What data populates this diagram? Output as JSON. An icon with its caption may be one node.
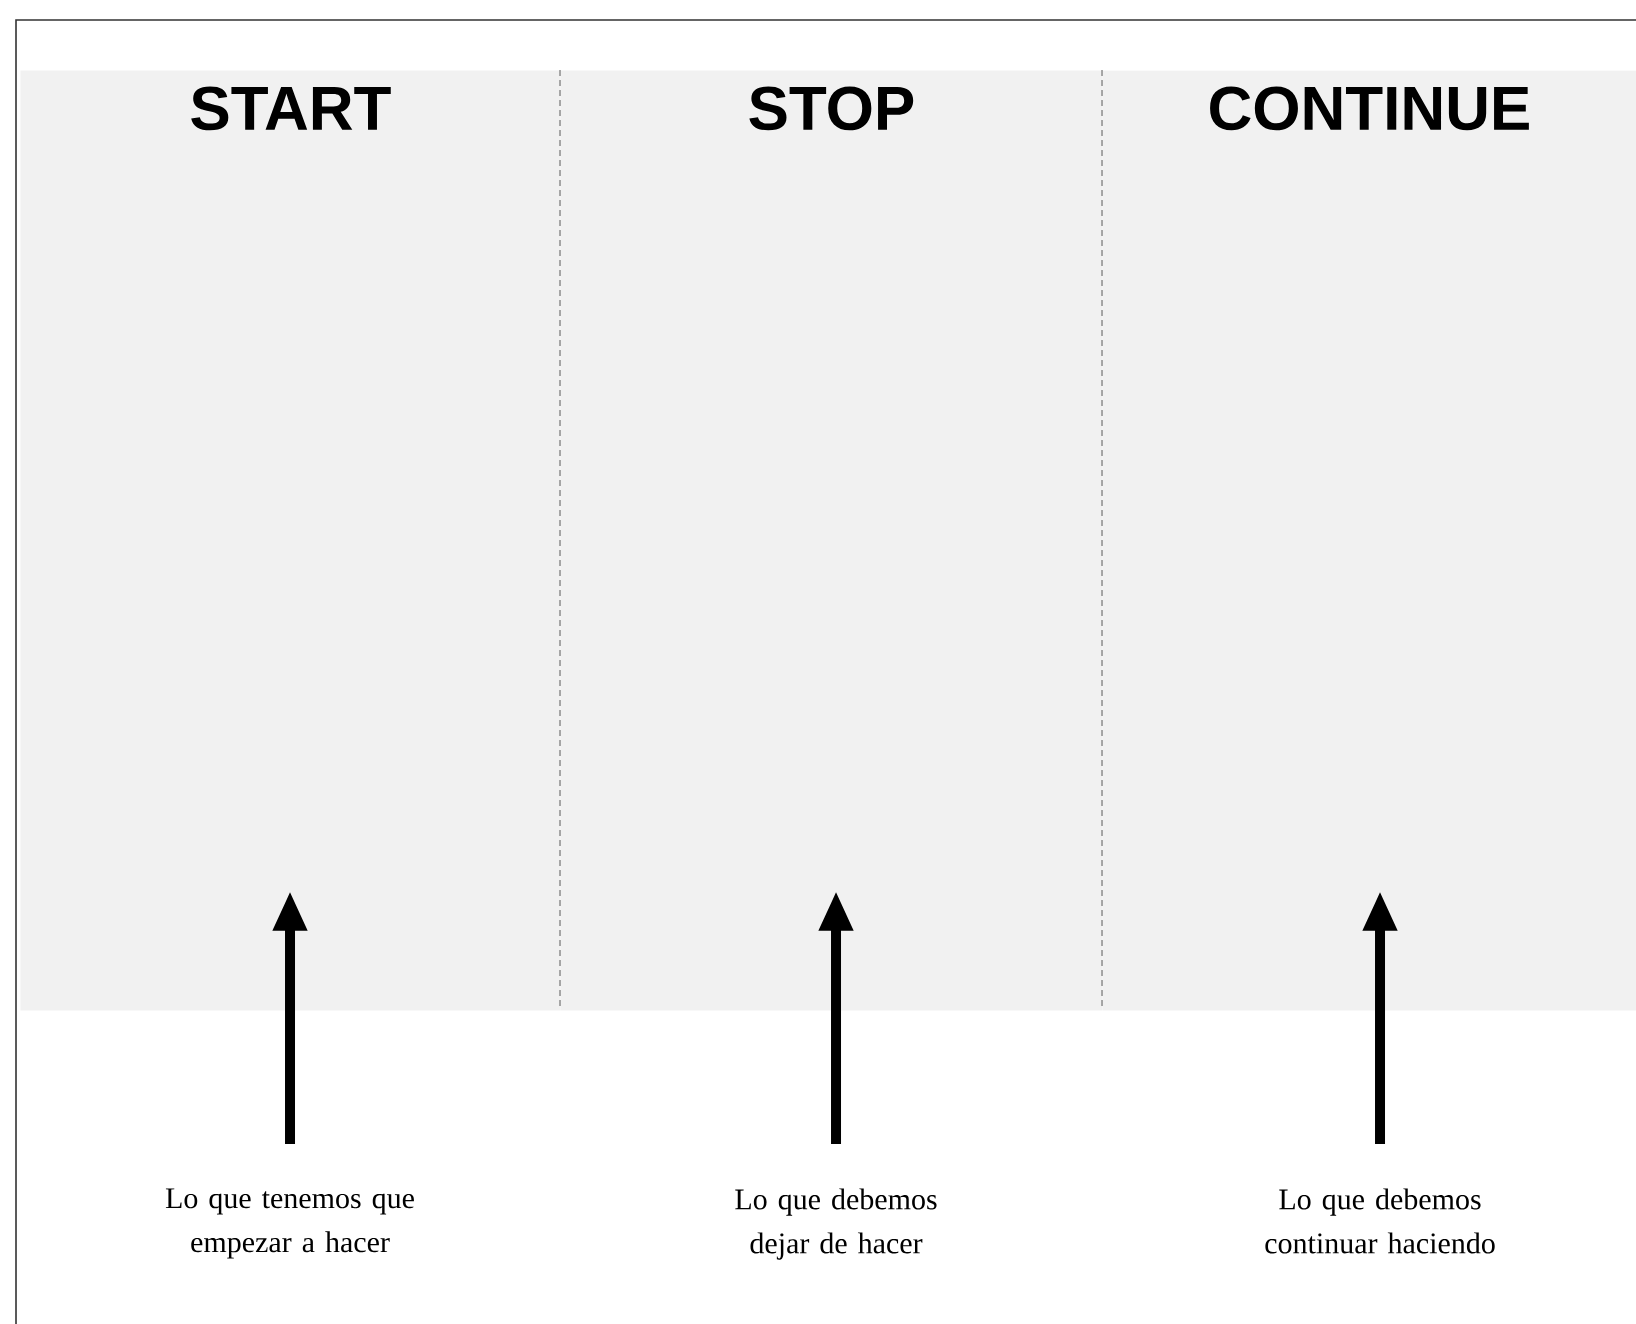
{
  "diagram": {
    "nodes": [
      {
        "text": [
          "START"
        ]
      },
      {
        "text": [
          "STOP"
        ]
      },
      {
        "text": [
          "CONTINUE"
        ]
      },
      {
        "text": [
          "Lo que tenemos que empezar a hacer"
        ]
      },
      {
        "text": [
          "Lo que debemos dejar de hacer"
        ]
      },
      {
        "text": [
          "Lo que debemos continuar haciendo"
        ]
      }
    ],
    "edges": [
      {
        "from": 3,
        "to": 0,
        "arrow": "to"
      },
      {
        "from": 4,
        "to": 1,
        "arrow": "to"
      },
      {
        "from": 5,
        "to": 2,
        "arrow": "to"
      }
    ]
  }
}
